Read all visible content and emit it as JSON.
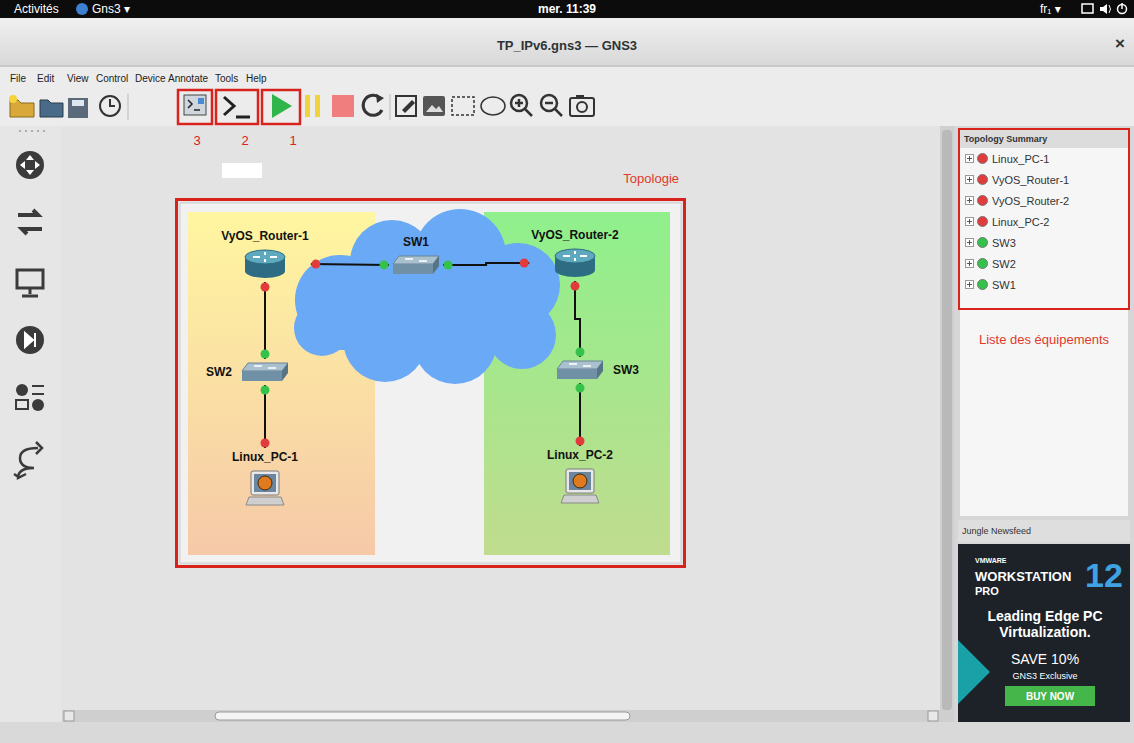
{
  "diagram": {
    "title": "TP_IPv6.gns3 — GNS3",
    "nodes": [
      {
        "text": [
          "Topologie"
        ]
      },
      {
        "text": [
          "VyOS_Router-1"
        ],
        "in": 0
      },
      {
        "text": [
          "SW1"
        ],
        "in": 0
      },
      {
        "text": [
          "VyOS_Router-2"
        ],
        "in": 0
      },
      {
        "text": [
          "SW2"
        ],
        "in": 0
      },
      {
        "text": [
          "SW3"
        ],
        "in": 0
      },
      {
        "text": [
          "Linux_PC-1"
        ],
        "in": 0
      },
      {
        "text": [
          "Linux_PC-2"
        ],
        "in": 0
      },
      {
        "text": [
          "Topology Summary",
          "Linux_PC-1",
          "VyOS_Router-1",
          "VyOS_Router-2",
          "Linux_PC-2",
          "SW3",
          "SW2",
          "SW1",
          "Liste des équipements"
        ]
      }
    ],
    "edges": [
      {
        "from": 1,
        "to": 2,
        "arrow": "none"
      },
      {
        "from": 2,
        "to": 3,
        "arrow": "none"
      },
      {
        "from": 1,
        "to": 4,
        "arrow": "none"
      },
      {
        "from": 4,
        "to": 6,
        "arrow": "none"
      },
      {
        "from": 3,
        "to": 5,
        "arrow": "none"
      },
      {
        "from": 5,
        "to": 7,
        "arrow": "none"
      }
    ],
    "labels": [
      "Activités",
      "Gns3 ▾",
      "mer. 11:39",
      "fr₁ ▾",
      "×",
      "File",
      "Edit",
      "View",
      "Control",
      "Device",
      "Annotate",
      "Tools",
      "Help",
      "3",
      "2",
      "1",
      "Jungle Newsfeed",
      "VMWARE",
      "WORKSTATION",
      "PRO",
      "12",
      "Leading Edge PC Virtualization.",
      "SAVE 10%",
      "GNS3 Exclusive",
      "BUY NOW"
    ]
  }
}
